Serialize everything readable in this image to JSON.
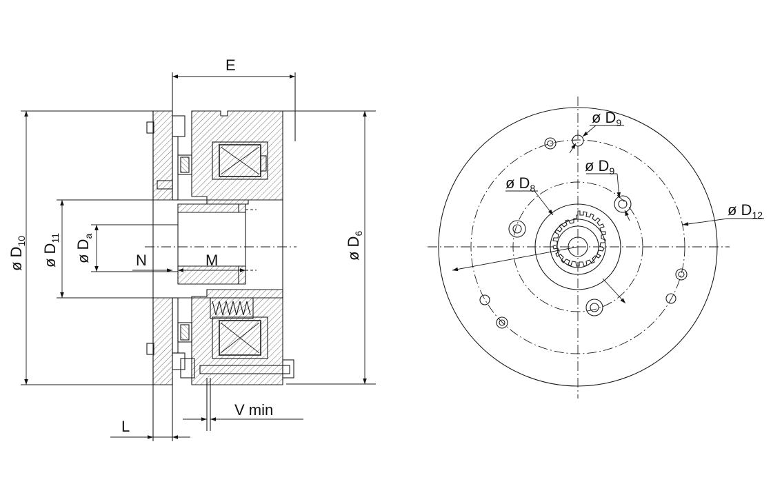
{
  "labels": {
    "E": "E",
    "D10": {
      "main": "ø D",
      "sub": "10"
    },
    "D11": {
      "main": "ø D",
      "sub": "11"
    },
    "Da": {
      "main": "ø D",
      "sub": "a"
    },
    "N": "N",
    "M": "M",
    "D6": {
      "main": "ø D",
      "sub": "6"
    },
    "L": "L",
    "Vmin": "V min",
    "D9_outer": {
      "main": "ø D",
      "sub": "9"
    },
    "D9_inner": {
      "main": "ø D",
      "sub": "9"
    },
    "D8": {
      "main": "ø D",
      "sub": "8"
    },
    "D12": {
      "main": "ø D",
      "sub": "12"
    }
  },
  "colors": {
    "line": "#1a1a1a",
    "background": "#ffffff"
  }
}
